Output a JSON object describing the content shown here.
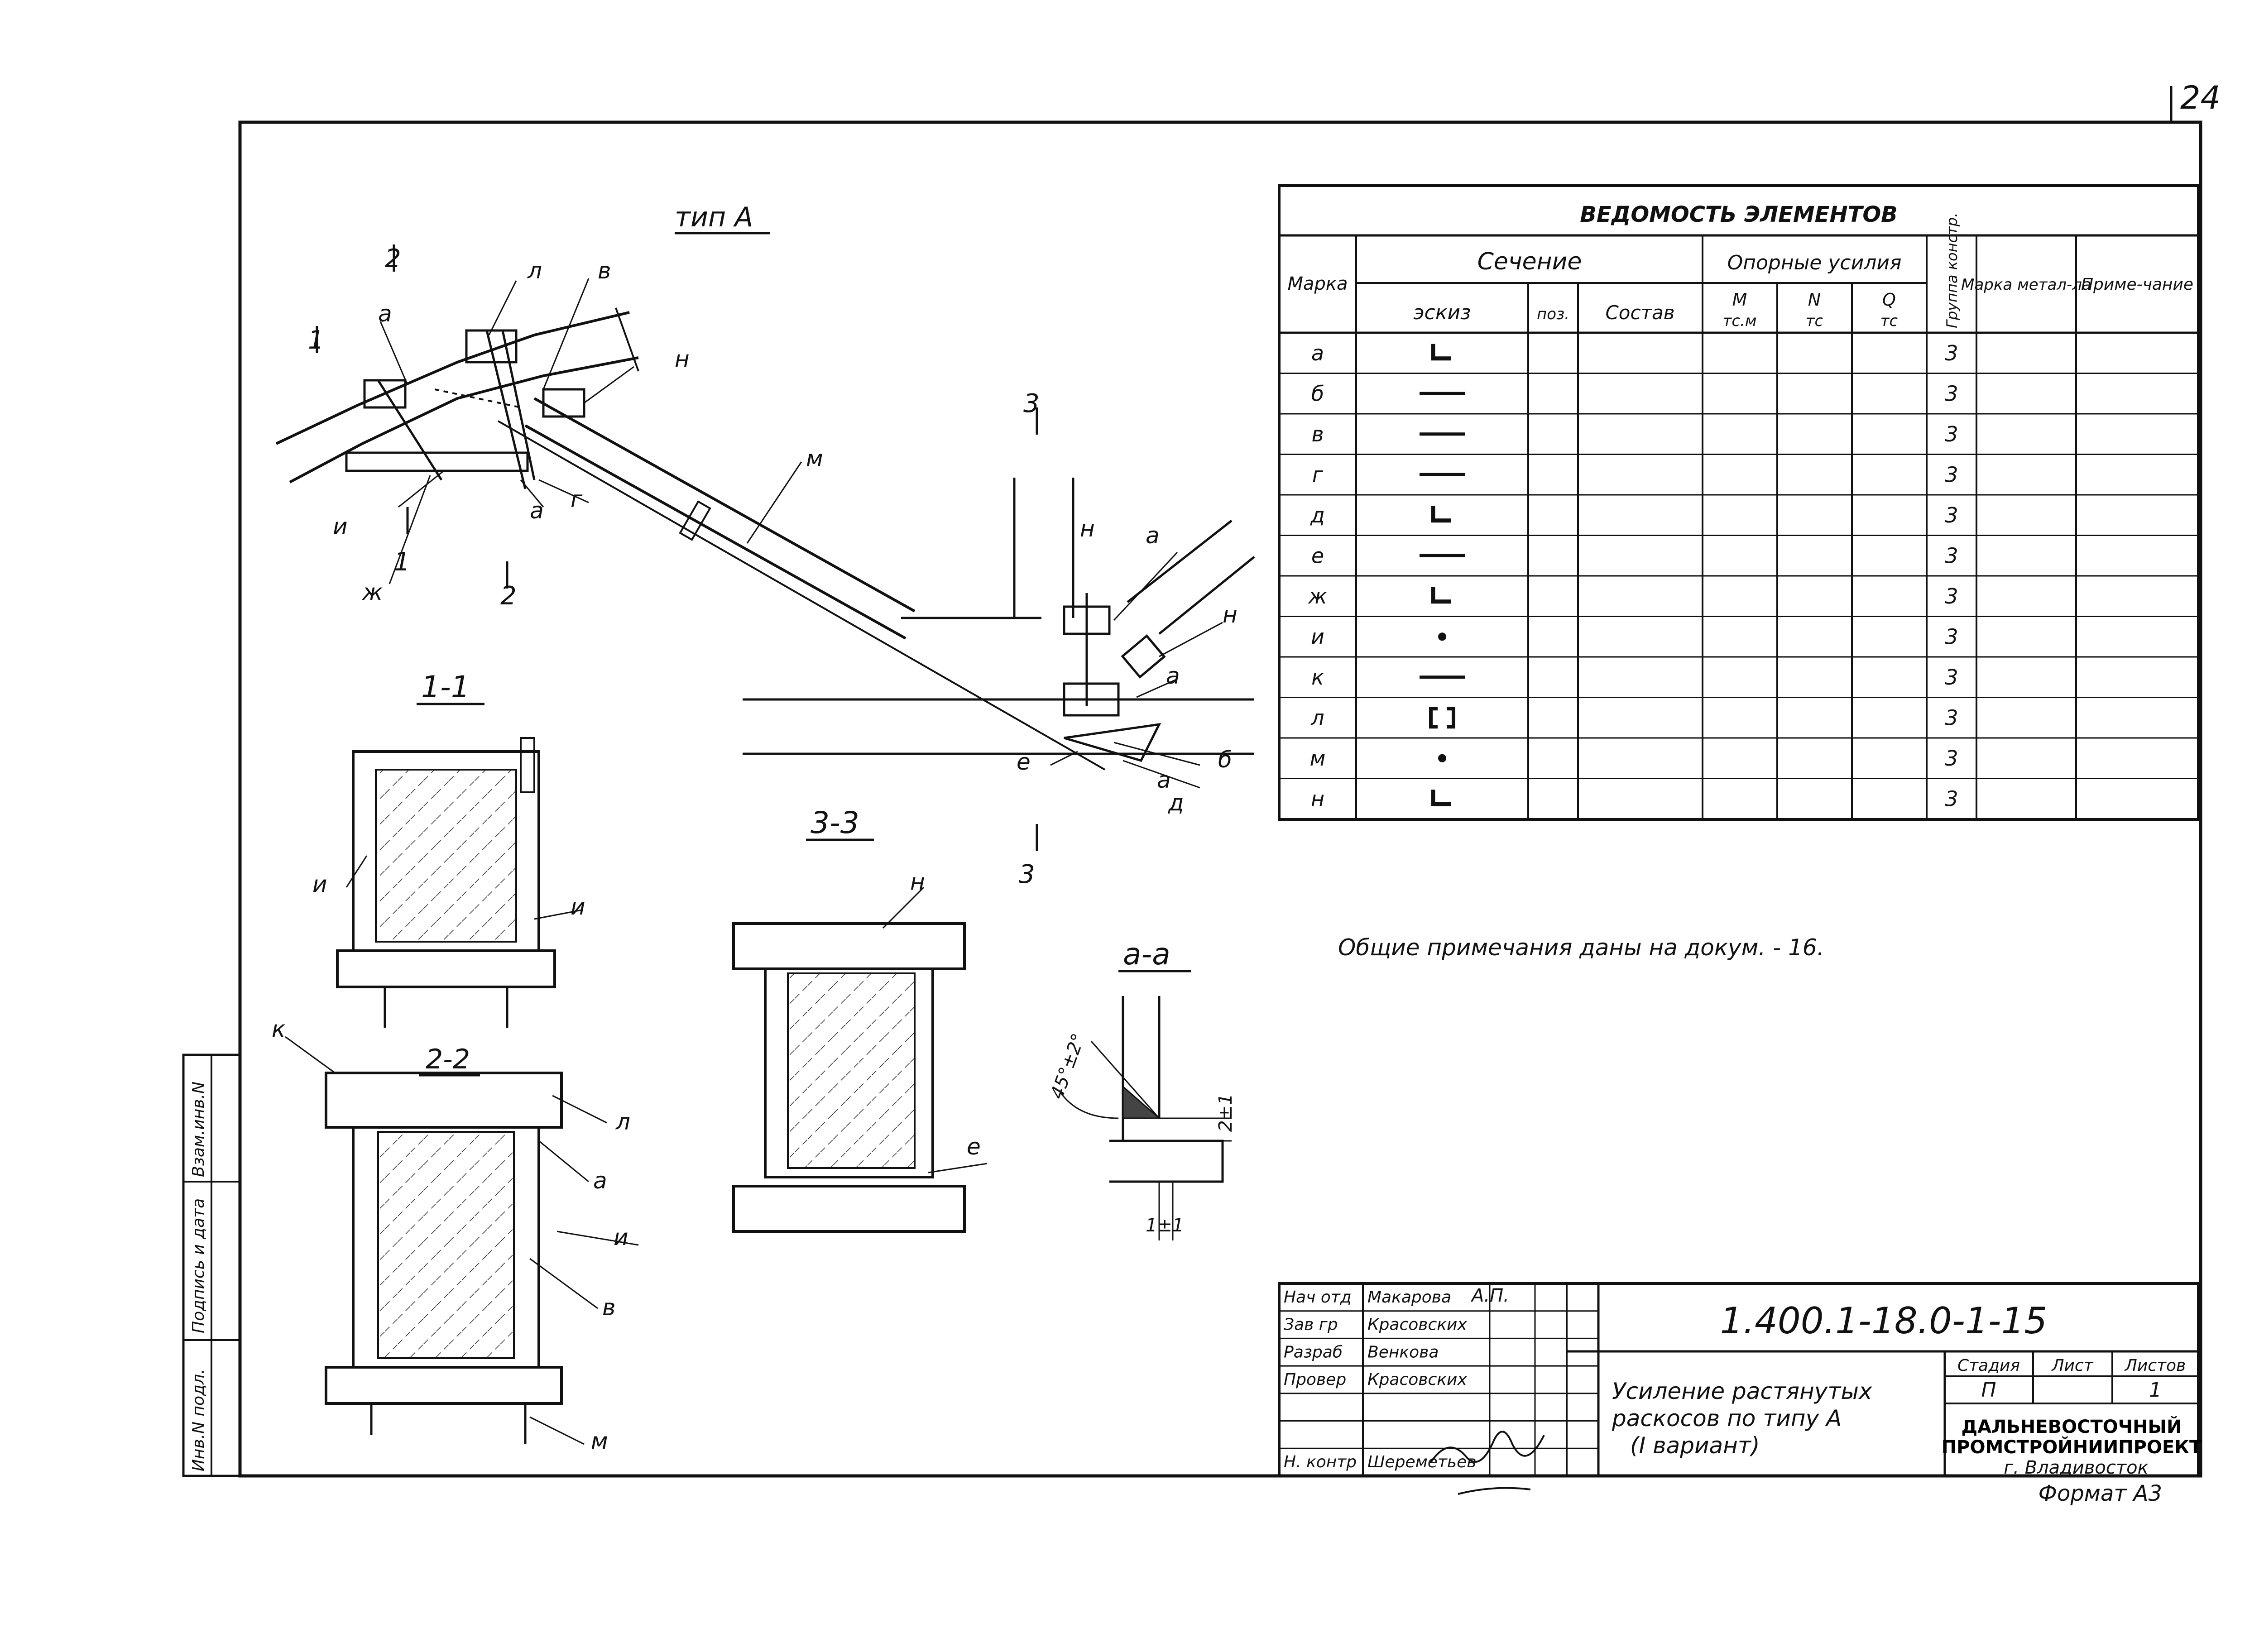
{
  "sheet": {
    "page_number": "24",
    "format": "Формат А3"
  },
  "drawing": {
    "title_type": "тип А",
    "section_1_1": "1-1",
    "section_2_2": "2-2",
    "section_3_3": "3-3",
    "section_a_a": "а-а",
    "cut_marks": {
      "one": "1",
      "two": "2",
      "three": "3"
    },
    "labels": {
      "a": "а",
      "b": "б",
      "v": "в",
      "g": "г",
      "d": "д",
      "e": "е",
      "zh": "ж",
      "i": "и",
      "k": "к",
      "l": "л",
      "m": "м",
      "n": "н"
    },
    "dims": {
      "angle": "45°±2°",
      "d1": "2±1",
      "d2": "1±1"
    }
  },
  "schedule": {
    "title": "ВЕДОМОСТЬ ЭЛЕМЕНТОВ",
    "headers": {
      "mark": "Марка",
      "section": "Сечение",
      "sketch": "эскиз",
      "pos": "поз.",
      "composition": "Состав",
      "forces": "Опорные усилия",
      "m": "М",
      "m_unit": "тс.м",
      "n": "N",
      "n_unit": "тс",
      "q": "Q",
      "q_unit": "тс",
      "group": "Группа констр.",
      "steel": "Марка метал-ла",
      "note": "Приме-чание"
    },
    "rows": [
      {
        "mark": "а",
        "sketch": "angle",
        "group": "3"
      },
      {
        "mark": "б",
        "sketch": "plate",
        "group": "3"
      },
      {
        "mark": "в",
        "sketch": "plate",
        "group": "3"
      },
      {
        "mark": "г",
        "sketch": "plate",
        "group": "3"
      },
      {
        "mark": "д",
        "sketch": "angle",
        "group": "3"
      },
      {
        "mark": "е",
        "sketch": "plate",
        "group": "3"
      },
      {
        "mark": "ж",
        "sketch": "angle",
        "group": "3"
      },
      {
        "mark": "и",
        "sketch": "round",
        "group": "3"
      },
      {
        "mark": "к",
        "sketch": "plate",
        "group": "3"
      },
      {
        "mark": "л",
        "sketch": "channel",
        "group": "3"
      },
      {
        "mark": "м",
        "sketch": "round",
        "group": "3"
      },
      {
        "mark": "н",
        "sketch": "angle",
        "group": "3"
      }
    ]
  },
  "notes": {
    "general": "Общие примечания даны на докум. - 16."
  },
  "side_stamp": {
    "inv_orig": "Инв.N подл.",
    "sign_date": "Подпись и дата",
    "inv_repl": "Взам.инв.N"
  },
  "title_block": {
    "doc_code": "1.400.1-18.0-1-15",
    "signatures": [
      {
        "role": "Нач отд",
        "name": "Макарова"
      },
      {
        "role": "Зав гр",
        "name": "Красовских"
      },
      {
        "role": "Разраб",
        "name": "Венкова"
      },
      {
        "role": "Провер",
        "name": "Красовских"
      },
      {
        "role": "",
        "name": ""
      },
      {
        "role": "",
        "name": ""
      },
      {
        "role": "Н. контр",
        "name": "Шереметьев"
      }
    ],
    "signature_mark": "А.П.",
    "description": [
      "Усиление растянутых",
      "раскосов по типу А",
      "(I вариант)"
    ],
    "stage_label": "Стадия",
    "sheet_label": "Лист",
    "sheets_label": "Листов",
    "stage": "П",
    "sheets": "1",
    "org_line1": "ДАЛЬНЕВОСТОЧНЫЙ",
    "org_line2": "ПРОМСТРОЙНИИПРОЕКТ",
    "org_city": "г. Владивосток"
  }
}
